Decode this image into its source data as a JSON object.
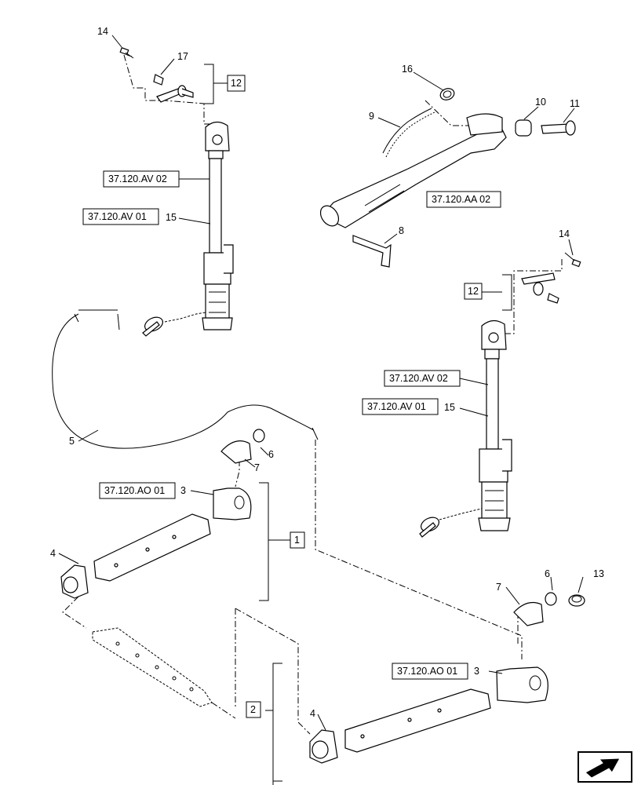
{
  "callouts": {
    "c1": "1",
    "c2": "2",
    "c3a": "3",
    "c3b": "3",
    "c4a": "4",
    "c4b": "4",
    "c5": "5",
    "c6a": "6",
    "c6b": "6",
    "c7a": "7",
    "c7b": "7",
    "c8": "8",
    "c9": "9",
    "c10": "10",
    "c11": "11",
    "c12a": "12",
    "c12b": "12",
    "c13": "13",
    "c14a": "14",
    "c14b": "14",
    "c15a": "15",
    "c15b": "15",
    "c16": "16",
    "c17": "17"
  },
  "refs": {
    "av02_left": "37.120.AV 02",
    "av01_left": "37.120.AV 01",
    "av02_right": "37.120.AV 02",
    "av01_right": "37.120.AV 01",
    "aa02": "37.120.AA 02",
    "ao01_left": "37.120.AO 01",
    "ao01_right": "37.120.AO 01"
  },
  "nav": {
    "icon": "next-page-arrow-icon"
  }
}
